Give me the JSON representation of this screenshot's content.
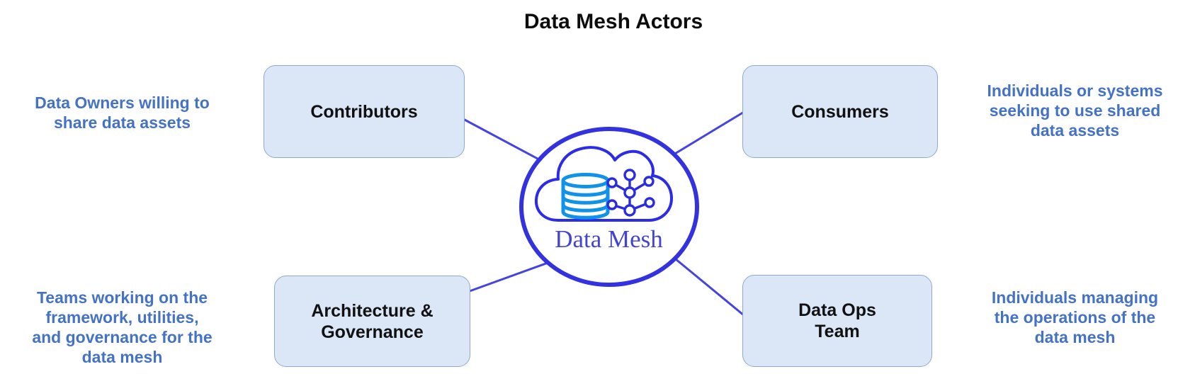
{
  "title": "Data Mesh Actors",
  "center": {
    "label": "Data Mesh",
    "icons": [
      "cloud-icon",
      "database-icon",
      "network-graph-icon"
    ]
  },
  "actors": [
    {
      "id": "contributors",
      "label": "Contributors",
      "description": [
        "Data Owners willing to",
        "share data assets"
      ]
    },
    {
      "id": "consumers",
      "label": "Consumers",
      "description": [
        "Individuals or systems",
        "seeking to use shared",
        "data assets"
      ]
    },
    {
      "id": "architecture-governance",
      "label": [
        "Architecture &",
        "Governance"
      ],
      "description": [
        "Teams working on the",
        "framework, utilities,",
        "and governance for the",
        "data mesh"
      ]
    },
    {
      "id": "data-ops-team",
      "label": [
        "Data Ops",
        "Team"
      ],
      "description": [
        "Individuals managing",
        "the operations of the",
        "data mesh"
      ]
    }
  ],
  "colors": {
    "connector_line": "#4444e0",
    "circle_stroke": "#3232e0",
    "cloud_stroke": "#2b2be8",
    "database_icon": "#1092e8",
    "network_graph": "#2b2be0",
    "center_label": "#4343d4",
    "description_text": "#4472c4",
    "box_fill": "#dbe7f7",
    "box_border": "#90a8cb",
    "box_label": "#111111",
    "title_text": "#0d0d0d"
  }
}
